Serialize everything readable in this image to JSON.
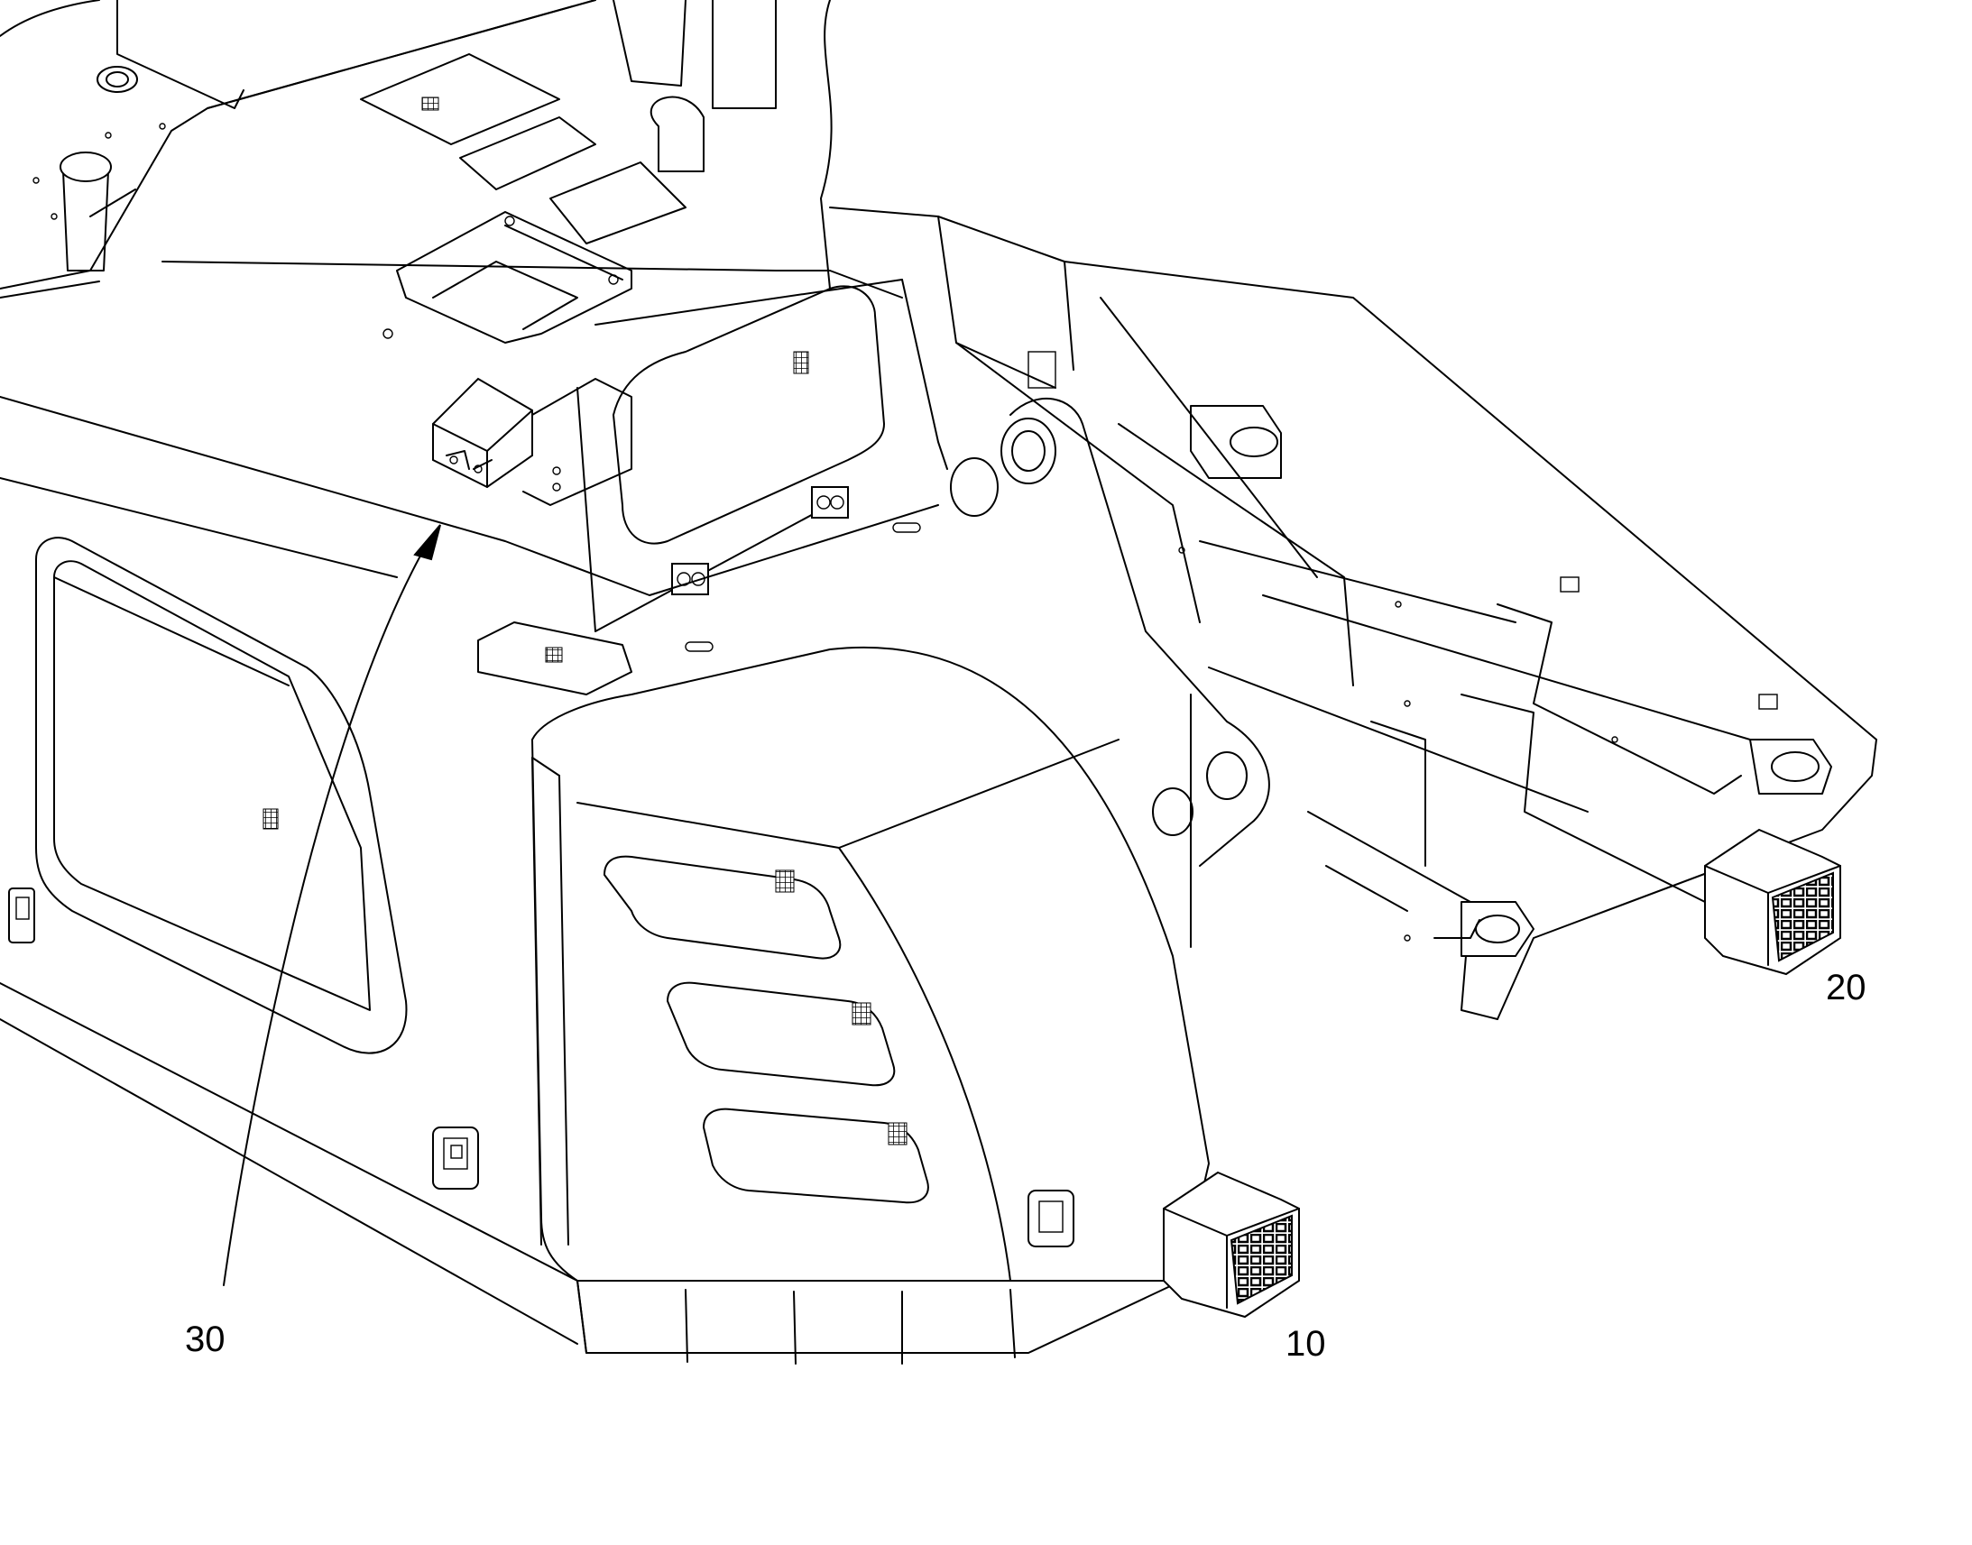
{
  "figure": {
    "reference_labels": [
      {
        "id": "ref-10",
        "text": "10"
      },
      {
        "id": "ref-20",
        "text": "20"
      },
      {
        "id": "ref-30",
        "text": "30"
      }
    ],
    "colors": {
      "line": "#000000",
      "background": "#ffffff"
    }
  }
}
